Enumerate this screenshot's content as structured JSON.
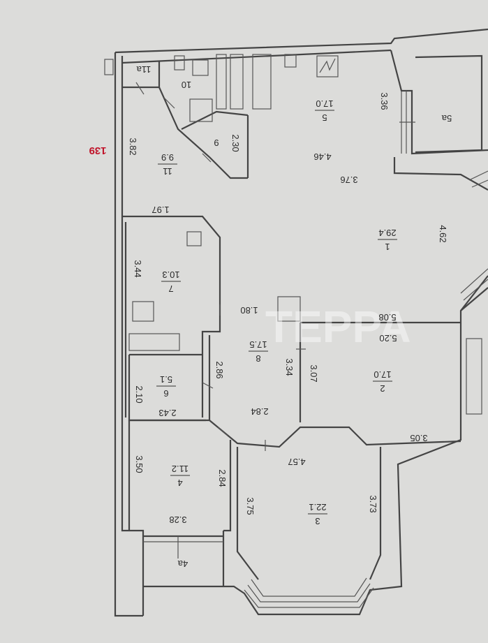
{
  "sheet_number": "139",
  "watermark": "TEPPA",
  "rooms": [
    {
      "id": "1",
      "area": "29.4"
    },
    {
      "id": "2",
      "area": "17.0"
    },
    {
      "id": "3",
      "area": "22.1"
    },
    {
      "id": "4",
      "area": "11.2"
    },
    {
      "id": "4a",
      "area": ""
    },
    {
      "id": "5",
      "area": "17.0"
    },
    {
      "id": "5a",
      "area": ""
    },
    {
      "id": "6",
      "area": "5.1"
    },
    {
      "id": "7",
      "area": "10.3"
    },
    {
      "id": "8",
      "area": "17.5"
    },
    {
      "id": "9",
      "area": ""
    },
    {
      "id": "10",
      "area": ""
    },
    {
      "id": "11",
      "area": "9.9"
    },
    {
      "id": "11a",
      "area": ""
    }
  ],
  "dimensions": [
    "3.82",
    "1.97",
    "3.44",
    "2.10",
    "2.43",
    "2.86",
    "3.50",
    "3.28",
    "2.84",
    "1.80",
    "3.34",
    "2.84",
    "2.30",
    "3.76",
    "4.46",
    "3.36",
    "4.62",
    "5.08",
    "5.20",
    "3.07",
    "3.05",
    "4.57",
    "3.75",
    "3.73"
  ]
}
